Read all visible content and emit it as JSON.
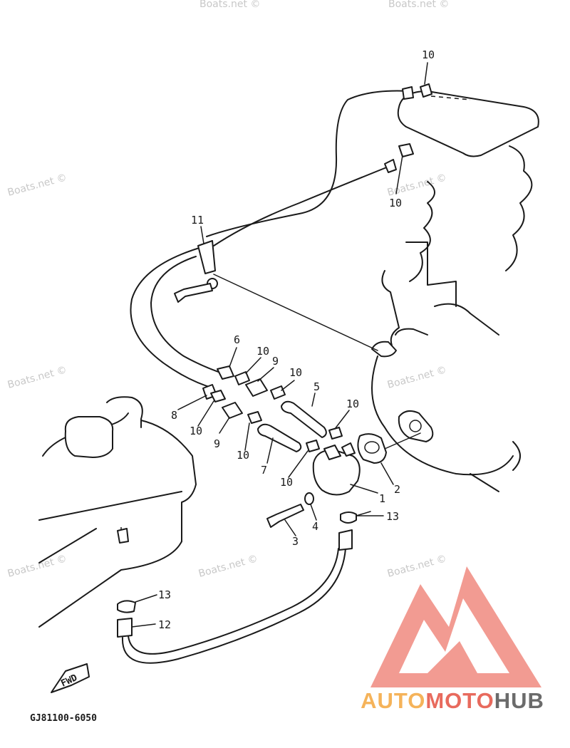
{
  "diagram": {
    "callouts": [
      {
        "id": "c10a",
        "text": "10"
      },
      {
        "id": "c10b",
        "text": "10"
      },
      {
        "id": "c11",
        "text": "11"
      },
      {
        "id": "c6",
        "text": "6"
      },
      {
        "id": "c10c",
        "text": "10"
      },
      {
        "id": "c9a",
        "text": "9"
      },
      {
        "id": "c10d",
        "text": "10"
      },
      {
        "id": "c5",
        "text": "5"
      },
      {
        "id": "c10e",
        "text": "10"
      },
      {
        "id": "c8",
        "text": "8"
      },
      {
        "id": "c10f",
        "text": "10"
      },
      {
        "id": "c9b",
        "text": "9"
      },
      {
        "id": "c10g",
        "text": "10"
      },
      {
        "id": "c7",
        "text": "7"
      },
      {
        "id": "c10h",
        "text": "10"
      },
      {
        "id": "c2",
        "text": "2"
      },
      {
        "id": "c1",
        "text": "1"
      },
      {
        "id": "c4",
        "text": "4"
      },
      {
        "id": "c3",
        "text": "3"
      },
      {
        "id": "c13a",
        "text": "13"
      },
      {
        "id": "c13b",
        "text": "13"
      },
      {
        "id": "c12",
        "text": "12"
      }
    ],
    "watermark": "Boats.net ©",
    "fwd_label": "FWD",
    "part_code": "GJ81100-6050"
  },
  "logo": {
    "part1": "AUTO",
    "part2": "MOTO",
    "part3": "HUB",
    "color1": "#f5b35a",
    "color2": "#e86a5d",
    "color3": "#6b6b6b",
    "mark_color": "#f08a80"
  }
}
